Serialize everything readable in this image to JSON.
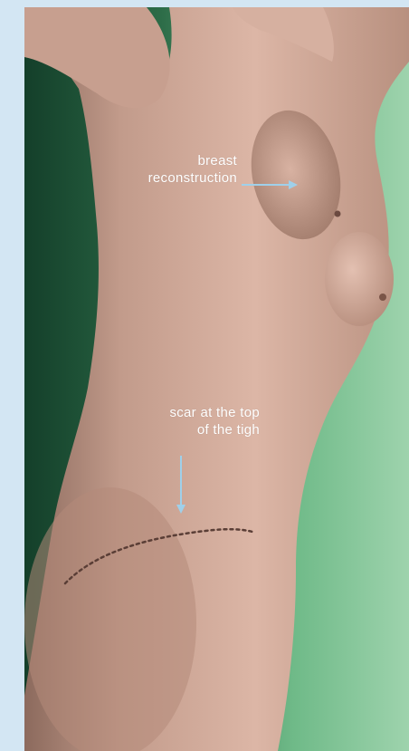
{
  "annotations": {
    "breast": {
      "line1": "breast",
      "line2": "reconstruction"
    },
    "scar": {
      "line1": "scar at the top",
      "line2": "of the tigh"
    }
  },
  "colors": {
    "page_background": "#d3e6f3",
    "backdrop_dark": "#1f5a3b",
    "backdrop_light": "#8fcca3",
    "skin": "#c9a090",
    "skin_shadow": "#8a6658",
    "arrow": "#9fd0ea",
    "scar_dots": "#5a3e36"
  }
}
